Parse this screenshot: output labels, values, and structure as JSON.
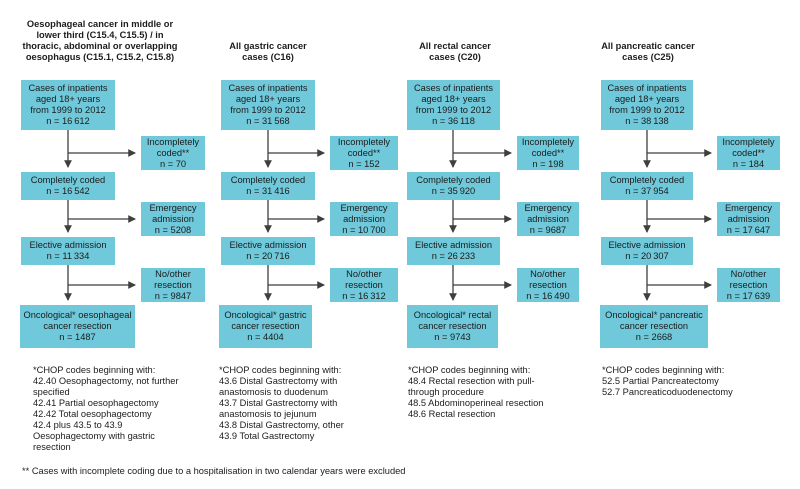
{
  "colors": {
    "box_fill": "#6fc9da",
    "arrow": "#3f3f3f",
    "text": "#1c1c1c",
    "background": "#ffffff"
  },
  "columns": [
    {
      "header": "Oesophageal cancer in middle or\nlower third (C15.4, C15.5) / in\nthoracic, abdominal or overlapping\noesophagus (C15.1, C15.2, C15.8)",
      "inpatients": "Cases of inpatients\naged 18+ years\nfrom 1999 to 2012\nn = 16 612",
      "incompletely_coded": "Incompletely\ncoded**\nn = 70",
      "completely_coded": "Completely coded\nn = 16 542",
      "emergency_admission": "Emergency\nadmission\nn = 5208",
      "elective_admission": "Elective admission\nn = 11 334",
      "no_other_resection": "No/other\nresection\nn = 9847",
      "oncological_resection": "Oncological* oesophageal\ncancer resection\nn = 1487",
      "chop_footnote": "*CHOP codes beginning with:\n42.40 Oesophagectomy, not further\nspecified\n42.41 Partial oesophagectomy\n42.42 Total oesophagectomy\n42.4 plus 43.5 to 43.9\nOesophagectomy with gastric\nresection"
    },
    {
      "header": "All gastric cancer\ncases (C16)",
      "inpatients": "Cases of inpatients\naged 18+ years\nfrom 1999 to 2012\nn = 31 568",
      "incompletely_coded": "Incompletely\ncoded**\nn = 152",
      "completely_coded": "Completely coded\nn = 31 416",
      "emergency_admission": "Emergency\nadmission\nn = 10 700",
      "elective_admission": "Elective admission\nn = 20 716",
      "no_other_resection": "No/other\nresection\nn = 16 312",
      "oncological_resection": "Oncological* gastric\ncancer resection\nn = 4404",
      "chop_footnote": "*CHOP codes beginning with:\n43.6 Distal Gastrectomy with\nanastomosis to duodenum\n43.7 Distal Gastrectomy with\nanastomosis to jejunum\n43.8 Distal Gastrectomy, other\n43.9 Total Gastrectomy"
    },
    {
      "header": "All rectal cancer\ncases (C20)",
      "inpatients": "Cases of inpatients\naged 18+ years\nfrom 1999 to 2012\nn = 36 118",
      "incompletely_coded": "Incompletely\ncoded**\nn = 198",
      "completely_coded": "Completely coded\nn = 35 920",
      "emergency_admission": "Emergency\nadmission\nn = 9687",
      "elective_admission": "Elective admission\nn = 26 233",
      "no_other_resection": "No/other\nresection\nn = 16 490",
      "oncological_resection": "Oncological* rectal\ncancer resection\nn = 9743",
      "chop_footnote": "*CHOP codes beginning with:\n48.4 Rectal resection with pull-\nthrough procedure\n48.5 Abdominoperineal resection\n48.6 Rectal resection"
    },
    {
      "header": "All pancreatic cancer\ncases (C25)",
      "inpatients": "Cases of inpatients\naged 18+ years\nfrom 1999 to 2012\nn = 38 138",
      "incompletely_coded": "Incompletely\ncoded**\nn = 184",
      "completely_coded": "Completely coded\nn = 37 954",
      "emergency_admission": "Emergency\nadmission\nn = 17 647",
      "elective_admission": "Elective admission\nn = 20 307",
      "no_other_resection": "No/other\nresection\nn = 17 639",
      "oncological_resection": "Oncological* pancreatic\ncancer resection\nn = 2668",
      "chop_footnote": "*CHOP codes beginning with:\n52.5 Partial Pancreatectomy\n52.7 Pancreaticoduodenectomy"
    }
  ],
  "exclusion_footnote": "** Cases with incomplete coding due to a hospitalisation in two calendar years were excluded"
}
